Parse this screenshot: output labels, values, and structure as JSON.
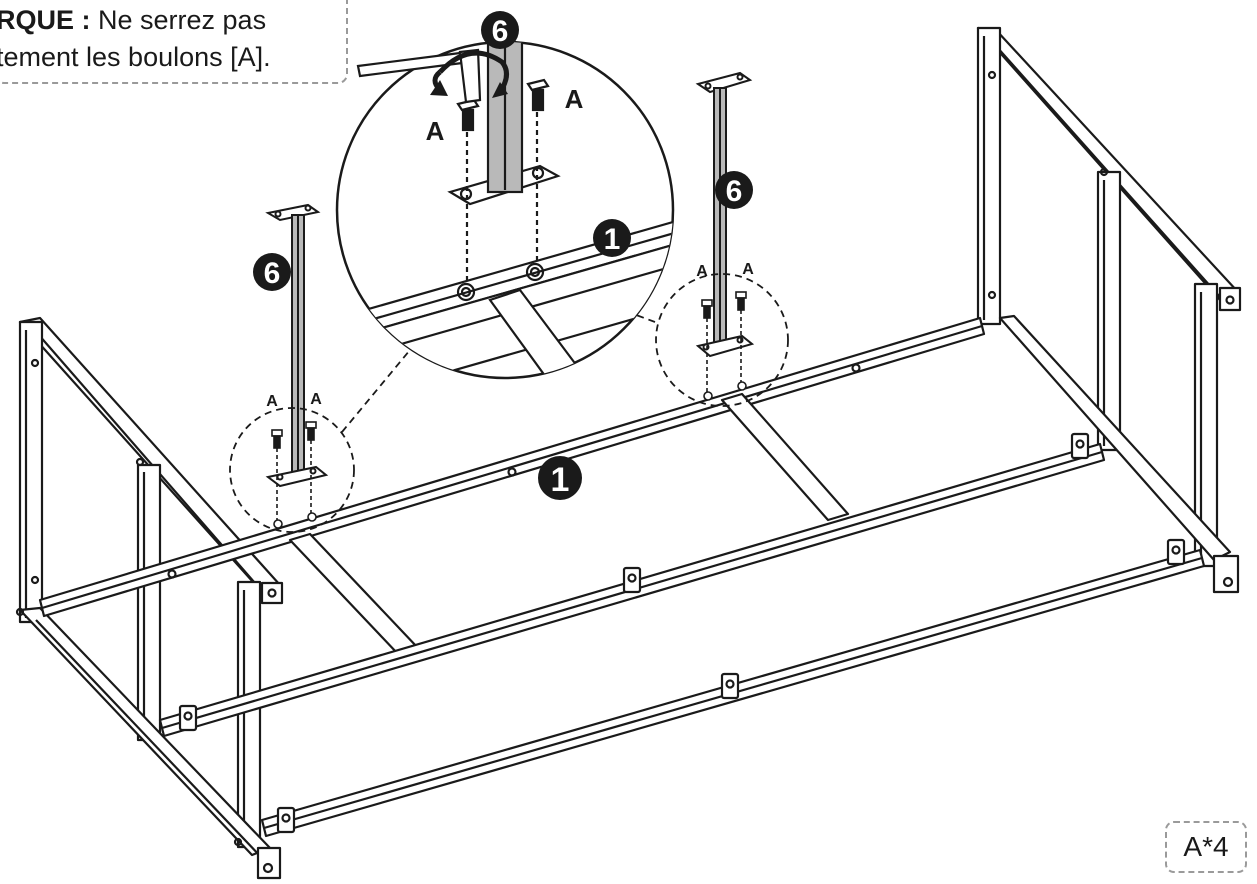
{
  "note": {
    "line1_bold": "RQUE :",
    "line1_rest": " Ne serrez pas",
    "line2": "tement les boulons [A]."
  },
  "parts": {
    "frame": "1",
    "leg": "6",
    "bolt": "A"
  },
  "quantity": "A*4",
  "colors": {
    "ink": "#1a1a1a",
    "leg_fill": "#b9b9b9",
    "dash": "#9a9a9a"
  },
  "icons": [
    "allen-key-icon",
    "rotate-arrow-icon",
    "bolt-icon"
  ]
}
